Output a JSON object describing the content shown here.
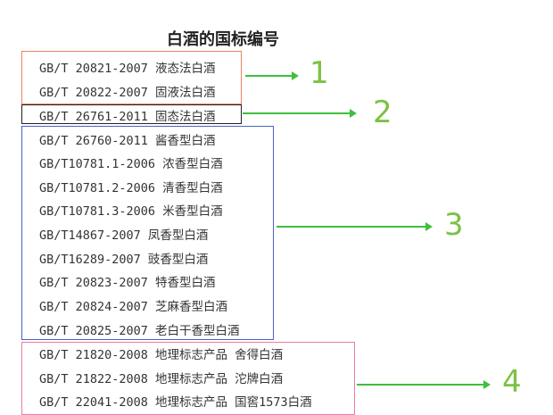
{
  "title": "白酒的国标编号",
  "rows": [
    "GB/T 20821-2007 液态法白酒",
    "GB/T 20822-2007 固液法白酒",
    "GB/T 26761-2011 固态法白酒",
    "GB/T 26760-2011 酱香型白酒",
    "GB/T10781.1-2006 浓香型白酒",
    "GB/T10781.2-2006 清香型白酒",
    "GB/T10781.3-2006 米香型白酒",
    "GB/T14867-2007 凤香型白酒",
    "GB/T16289-2007 豉香型白酒",
    "GB/T 20823-2007 特香型白酒",
    "GB/T 20824-2007 芝麻香型白酒",
    "GB/T 20825-2007 老白干香型白酒",
    "GB/T 21820-2008 地理标志产品 舍得白酒",
    "GB/T 21822-2008 地理标志产品 沱牌白酒",
    "GB/T 22041-2008 地理标志产品 国窖1573白酒"
  ],
  "labels": [
    "1",
    "2",
    "3",
    "4"
  ],
  "colors": {
    "group1": "#f08060",
    "group2": "#222222",
    "group3": "#4a63c8",
    "group4": "#f07aa0",
    "arrow": "#3fbf3f"
  }
}
